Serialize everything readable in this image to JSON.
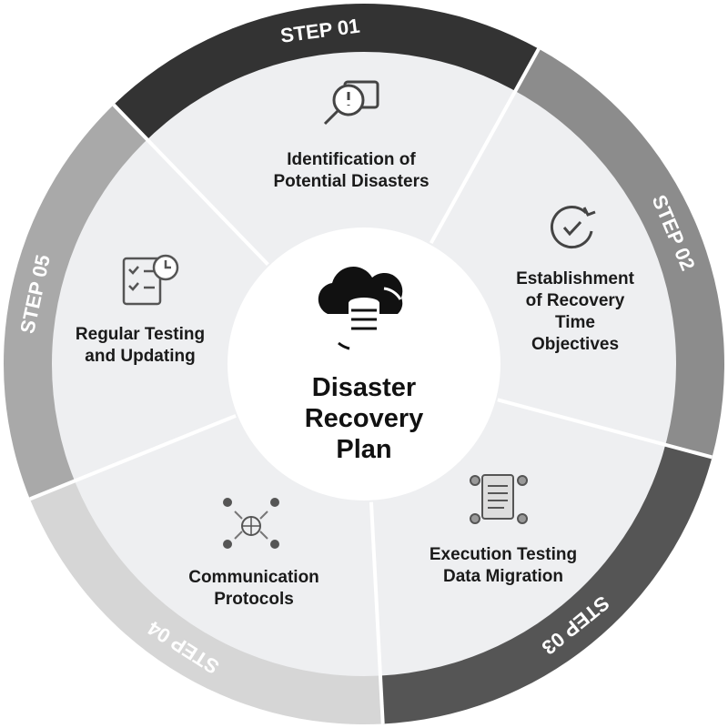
{
  "center": {
    "title_lines": [
      "Disaster",
      "Recovery",
      "Plan"
    ],
    "icon": "cloud-database-sync-icon"
  },
  "steps": [
    {
      "tag": "STEP 01",
      "label_lines": [
        "Identification of",
        "Potential Disasters"
      ],
      "icon": "search-warning-icon",
      "color": "#333333"
    },
    {
      "tag": "STEP 02",
      "label_lines": [
        "Establishment",
        "of Recovery",
        "Time",
        "Objectives"
      ],
      "icon": "check-refresh-icon",
      "color": "#8c8c8c"
    },
    {
      "tag": "STEP 03",
      "label_lines": [
        "Execution Testing",
        "Data Migration"
      ],
      "icon": "clipboard-team-icon",
      "color": "#555555"
    },
    {
      "tag": "STEP 04",
      "label_lines": [
        "Communication",
        "Protocols"
      ],
      "icon": "network-people-icon",
      "color": "#d6d6d6"
    },
    {
      "tag": "STEP 05",
      "label_lines": [
        "Regular Testing",
        "and Updating"
      ],
      "icon": "checklist-clock-icon",
      "color": "#a9a9a9"
    }
  ]
}
